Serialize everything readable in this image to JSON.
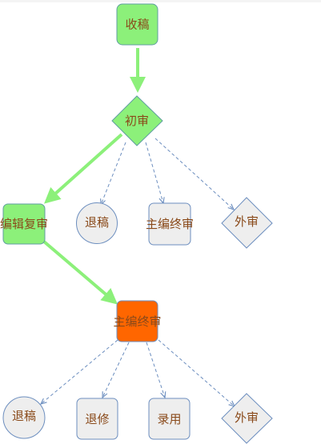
{
  "colors": {
    "green_fill": "#8cf07a",
    "green_stroke": "#5f9ea0",
    "orange_fill": "#ff6600",
    "gray_fill": "#eeeeee",
    "node_stroke": "#6c8ebf",
    "active_edge": "#8cf07a",
    "dashed_edge": "#6c8ebf",
    "label_text": "#8a4a1a"
  },
  "nodes": {
    "receive": {
      "label": "收稿",
      "shape": "rounded-rect",
      "state": "done"
    },
    "first_review": {
      "label": "初审",
      "shape": "diamond",
      "state": "done"
    },
    "editor_review": {
      "label": "编辑复审",
      "shape": "rounded-rect",
      "state": "done"
    },
    "reject_1": {
      "label": "退稿",
      "shape": "circle",
      "state": "pending"
    },
    "chief_final_1": {
      "label": "主编终审",
      "shape": "rounded-rect",
      "state": "pending"
    },
    "external_1": {
      "label": "外审",
      "shape": "diamond",
      "state": "pending"
    },
    "chief_final_2": {
      "label": "主编终审",
      "shape": "rounded-rect",
      "state": "current"
    },
    "reject_2": {
      "label": "退稿",
      "shape": "circle",
      "state": "pending"
    },
    "revise": {
      "label": "退修",
      "shape": "rounded-rect",
      "state": "pending"
    },
    "accept": {
      "label": "录用",
      "shape": "rounded-rect",
      "state": "pending"
    },
    "external_2": {
      "label": "外审",
      "shape": "diamond",
      "state": "pending"
    }
  }
}
